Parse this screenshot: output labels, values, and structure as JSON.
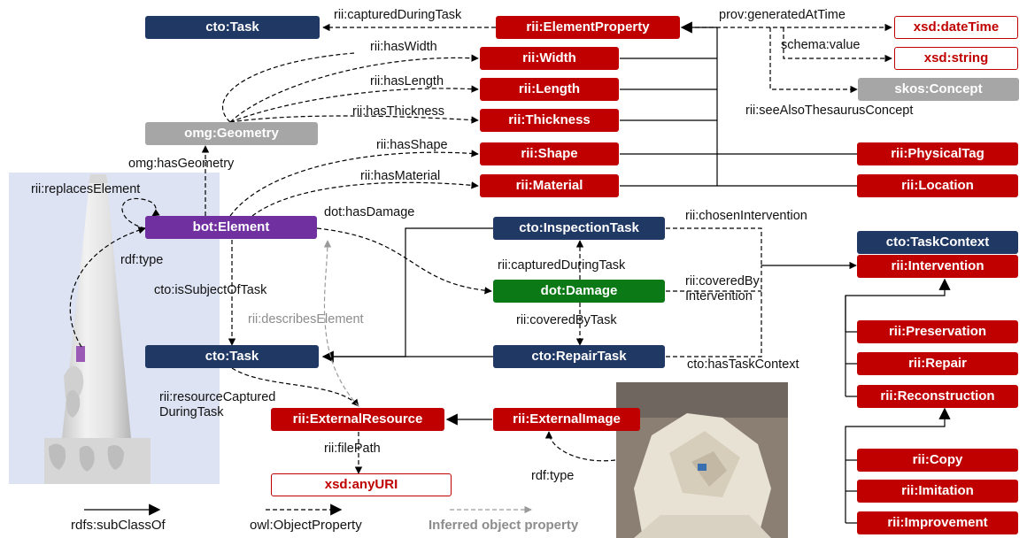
{
  "nodes": {
    "cto_task_top": "cto:Task",
    "element_property": "rii:ElementProperty",
    "xsd_datetime": "xsd:dateTime",
    "xsd_string": "xsd:string",
    "width": "rii:Width",
    "length": "rii:Length",
    "thickness": "rii:Thickness",
    "skos_concept": "skos:Concept",
    "omg_geometry": "omg:Geometry",
    "shape": "rii:Shape",
    "material": "rii:Material",
    "physical_tag": "rii:PhysicalTag",
    "location": "rii:Location",
    "bot_element": "bot:Element",
    "inspection_task": "cto:InspectionTask",
    "task_context": "cto:TaskContext",
    "intervention": "rii:Intervention",
    "dot_damage": "dot:Damage",
    "cto_task": "cto:Task",
    "repair_task": "cto:RepairTask",
    "preservation": "rii:Preservation",
    "repair": "rii:Repair",
    "reconstruction": "rii:Reconstruction",
    "external_resource": "rii:ExternalResource",
    "external_image": "rii:ExternalImage",
    "xsd_anyuri": "xsd:anyURI",
    "copy": "rii:Copy",
    "imitation": "rii:Imitation",
    "improvement": "rii:Improvement"
  },
  "edge_labels": {
    "captured_during_task_top": "rii:capturedDuringTask",
    "prov_generated_at_time": "prov:generatedAtTime",
    "schema_value": "schema:value",
    "has_width": "rii:hasWidth",
    "has_length": "rii:hasLength",
    "has_thickness": "rii:hasThickness",
    "see_also_thesaurus": "rii:seeAlsoThesaurusConcept",
    "has_shape": "rii:hasShape",
    "has_material": "rii:hasMaterial",
    "omg_has_geometry": "omg:hasGeometry",
    "replaces_element": "rii:replacesElement",
    "dot_has_damage": "dot:hasDamage",
    "chosen_intervention": "rii:chosenIntervention",
    "rdf_type_left": "rdf:type",
    "captured_during_task_mid": "rii:capturedDuringTask",
    "is_subject_of_task": "cto:isSubjectOfTask",
    "covered_by_intervention": "rii:coveredBy\nIntervention",
    "describes_element": "rii:describesElement",
    "covered_by_task": "rii:coveredByTask",
    "has_task_context": "cto:hasTaskContext",
    "resource_captured": "rii:resourceCaptured\nDuringTask",
    "file_path": "rii:filePath",
    "rdf_type_right": "rdf:type"
  },
  "legend": {
    "subclass_of": "rdfs:subClassOf",
    "object_property": "owl:ObjectProperty",
    "inferred": "Inferred object property"
  },
  "colors": {
    "navy": "#1f3864",
    "red": "#c00000",
    "purple": "#7030a0",
    "grey": "#a6a6a6",
    "green": "#0b7a16",
    "inferred": "#9a9a9a"
  }
}
